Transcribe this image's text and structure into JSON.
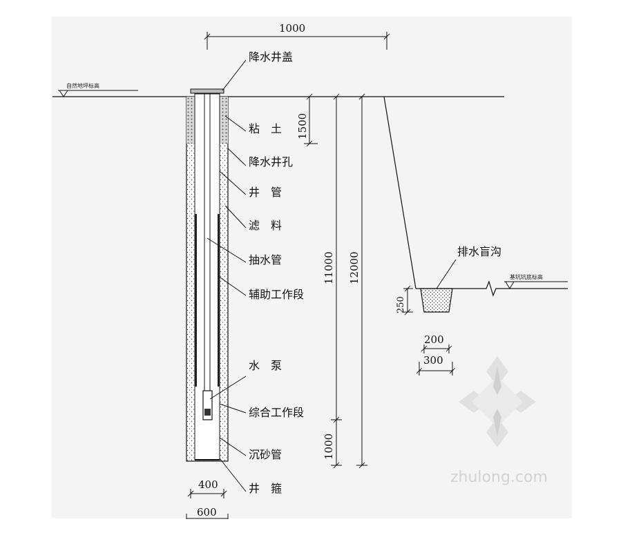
{
  "dimensions": {
    "cap_width": "1000",
    "clay_depth": "1500",
    "work_depth": "11000",
    "total_depth": "12000",
    "sump_depth": "1000",
    "pipe_dia": "400",
    "hole_dia": "600",
    "ditch_depth": "250",
    "ditch_bottom": "200",
    "ditch_top": "300"
  },
  "levels": {
    "natural_ground": "自然地坪标高",
    "pit_bottom": "基坑坑底标高"
  },
  "labels": [
    "降水井盖",
    "粘　土",
    "降水井孔",
    "井　管",
    "滤　料",
    "抽水管",
    "辅助工作段",
    "水　泵",
    "综合工作段",
    "沉砂管",
    "井　箍"
  ],
  "ditch_label": "排水盲沟",
  "watermark": "zhulong.com"
}
